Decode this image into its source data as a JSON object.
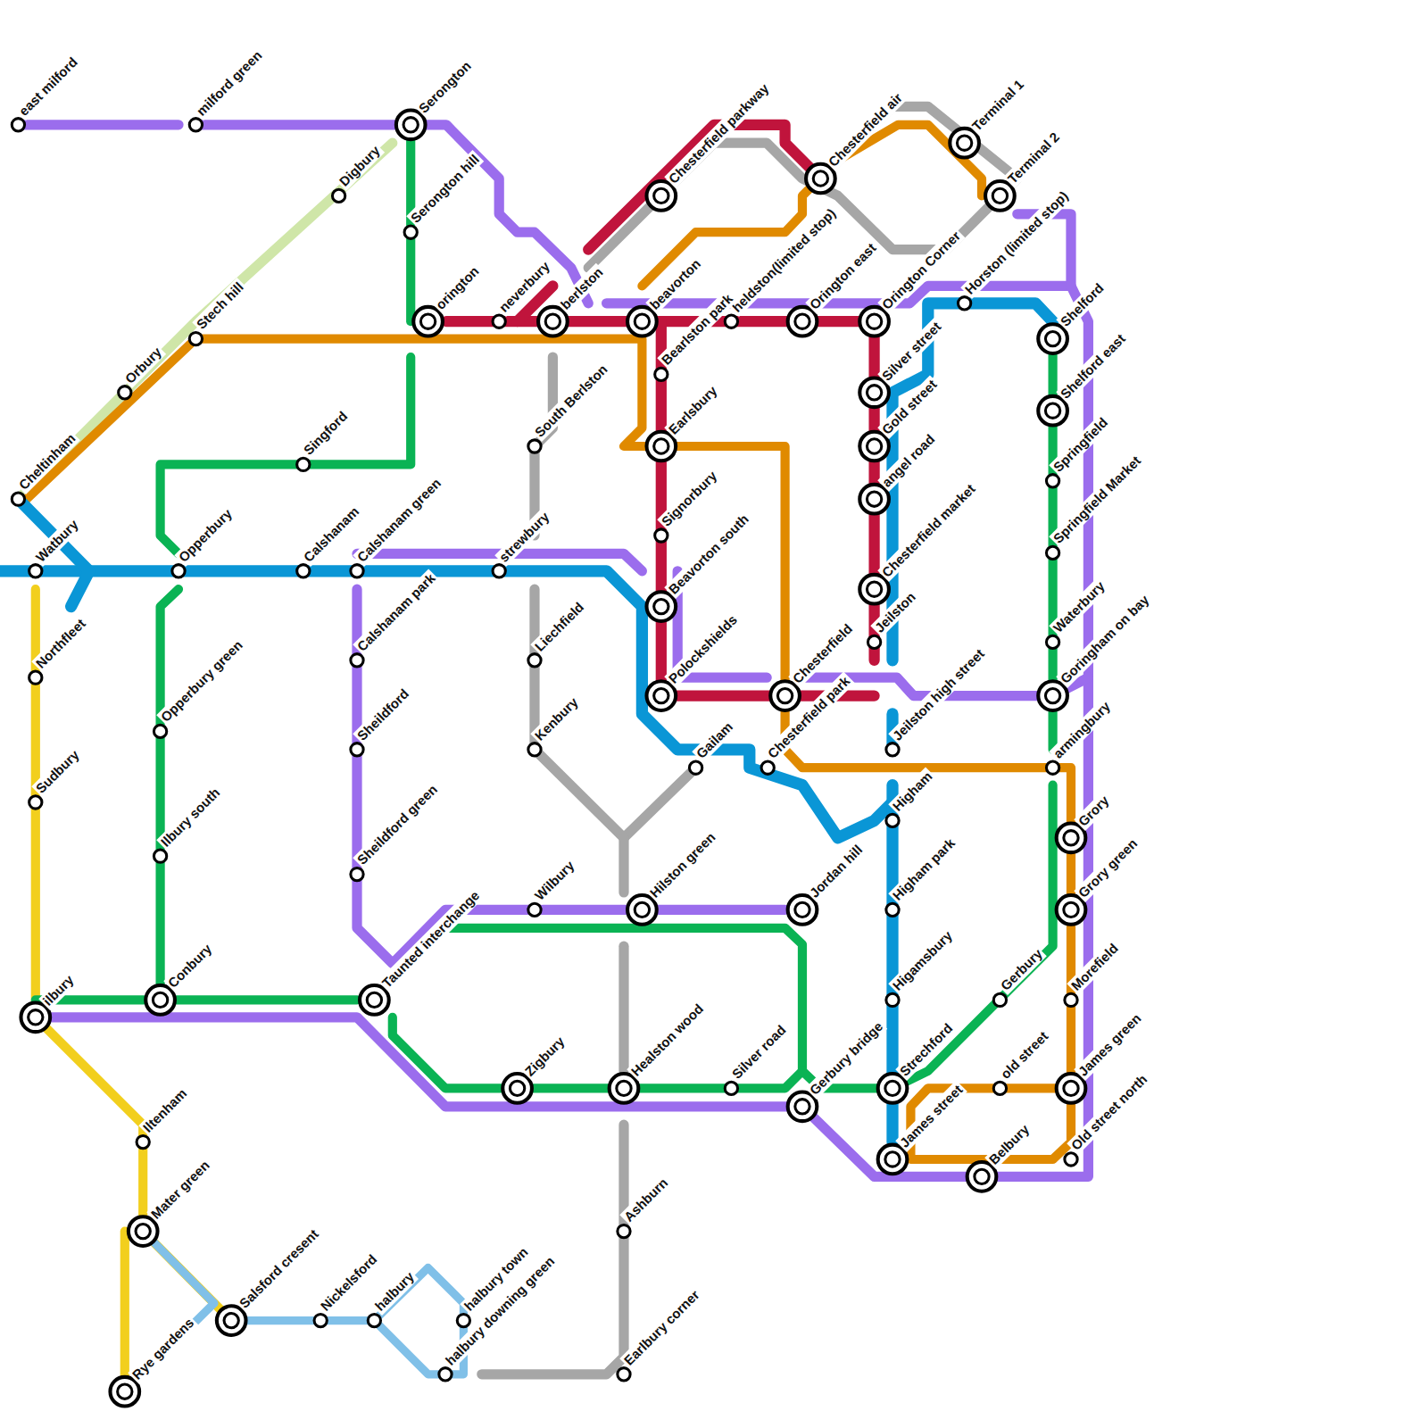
{
  "diagram": {
    "labels": [
      "east milford",
      "milford green",
      "Serongton",
      "Digbury",
      "Serongton hill",
      "orington",
      "neverbury",
      "berlston",
      "Chesterfield parkway",
      "Chesterfield air",
      "Terminal 1",
      "Terminal 2",
      "Horston (limited stop)",
      "Orington Corner",
      "Orington east",
      "heldston(limited stop)",
      "beavorton",
      "Bearlston park",
      "Stech hill",
      "Orbury",
      "Cheltinham",
      "Watbury",
      "Shelford",
      "Shelford east",
      "Springfield",
      "Springfield Market",
      "Waterbury",
      "Goringham on bay",
      "armingbury",
      "Grory",
      "Grory green",
      "Morefield",
      "James green",
      "Old street north",
      "Silver street",
      "Gold street",
      "angel road",
      "Chesterfield market",
      "Jeilston",
      "Jeilston high street",
      "Higham",
      "Higham park",
      "Higamsbury",
      "Strechford",
      "James street",
      "Belbury",
      "old street",
      "Gerbury",
      "South Berlston",
      "strewbury",
      "Singford",
      "Opperbury",
      "Calshanam",
      "Calshanam green",
      "Calshanam park",
      "Earlsbury",
      "Signorbury",
      "Beavorton south",
      "Polockshields",
      "Chesterfield",
      "Chesterfield park",
      "Gailam",
      "Liechfield",
      "Kenbury",
      "Northfleet",
      "Sudbury",
      "Opperbury green",
      "Ilbury south",
      "Sheildford",
      "Sheildford green",
      "Hilston green",
      "Jordan hill",
      "Wilbury",
      "Conbury",
      "Taunted interchange",
      "ilbury",
      "Zigbury",
      "Healston wood",
      "Silver road",
      "Gerbury bridge",
      "Iltenham",
      "Mater green",
      "Salsford cresent",
      "Rye gardens",
      "Nickelsford",
      "halbury",
      "halbury town",
      "halbury downing green",
      "Ashburn",
      "Earlbury corner"
    ]
  }
}
